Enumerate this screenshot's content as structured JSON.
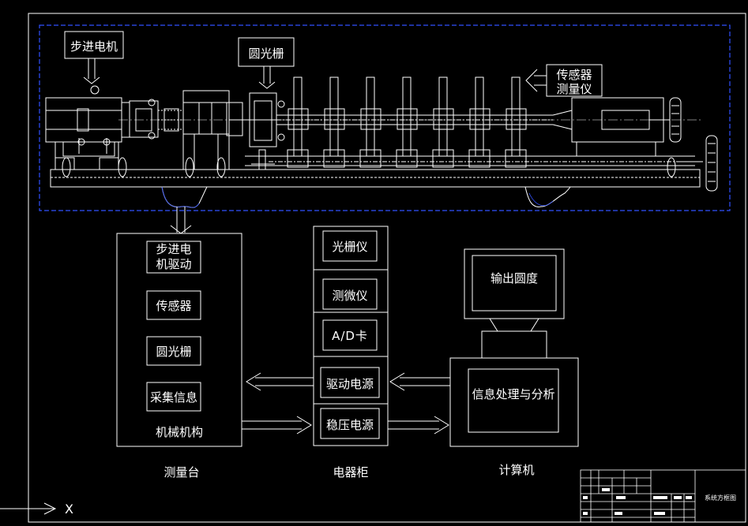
{
  "labels": {
    "stepper_motor": "步进电机",
    "circular_grating": "圆光栅",
    "sensor_meter_line1": "传感器",
    "sensor_meter_line2": "测量仪"
  },
  "measuring_table": {
    "caption": "测量台",
    "inner_caption": "机械机构",
    "modules": [
      "步进电\n机驱动",
      "传感器",
      "圆光栅",
      "采集信息"
    ]
  },
  "electrical_cabinet": {
    "caption": "电器柜",
    "modules": [
      "光栅仪",
      "测微仪",
      "A/D卡",
      "驱动电源",
      "稳压电源"
    ]
  },
  "computer": {
    "caption": "计算机",
    "screen_text": "输出圆度",
    "processing_text": "信息处理与分析"
  },
  "title_block": {
    "drawing_name": "系统方框图"
  },
  "axis": {
    "x_label": "X"
  },
  "colors": {
    "background": "#000000",
    "line": "#ffffff",
    "frame_dash": "#3050ff",
    "drawing": "#ffffff"
  }
}
